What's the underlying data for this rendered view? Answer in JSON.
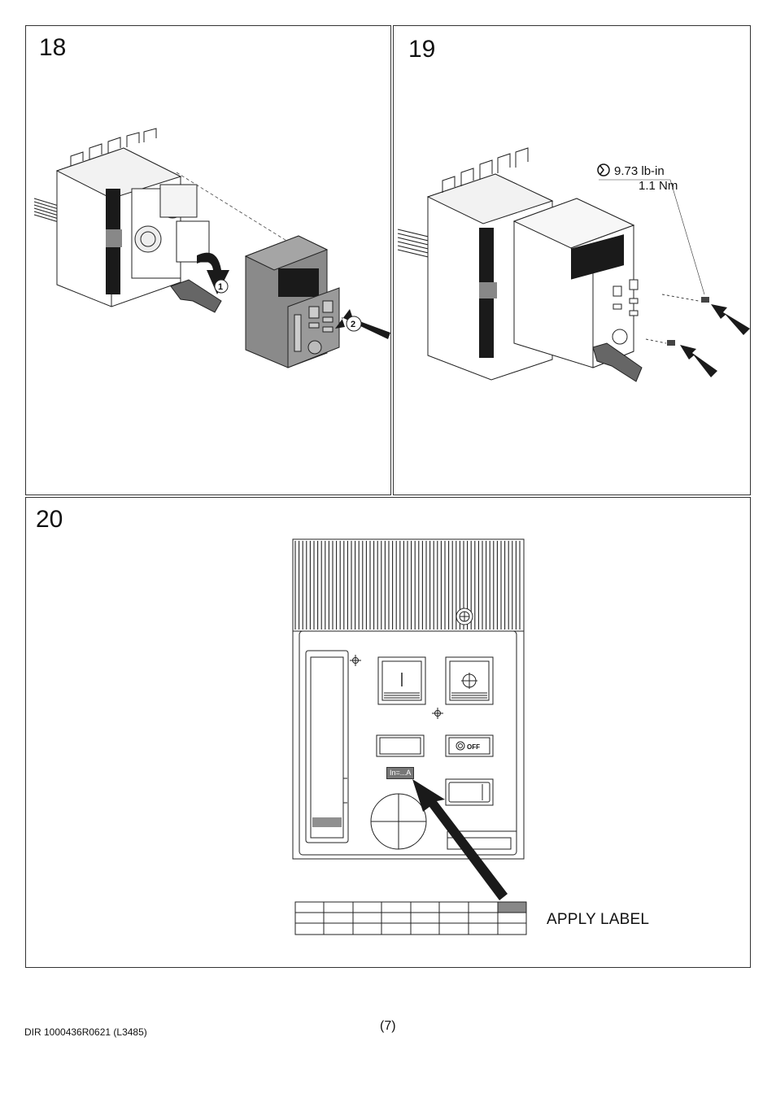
{
  "steps": [
    {
      "number": "18"
    },
    {
      "number": "19"
    },
    {
      "number": "20"
    }
  ],
  "torque": {
    "imperial": "9.73 lb-in",
    "metric": "1.1 Nm"
  },
  "callouts": {
    "one": "1",
    "two": "2"
  },
  "rating_label": "In=...A",
  "off_indicator": "OFF",
  "instruction": "APPLY LABEL",
  "footer": {
    "doc_id": "DIR 1000436R0621 (L3485)",
    "page": "(7)"
  }
}
